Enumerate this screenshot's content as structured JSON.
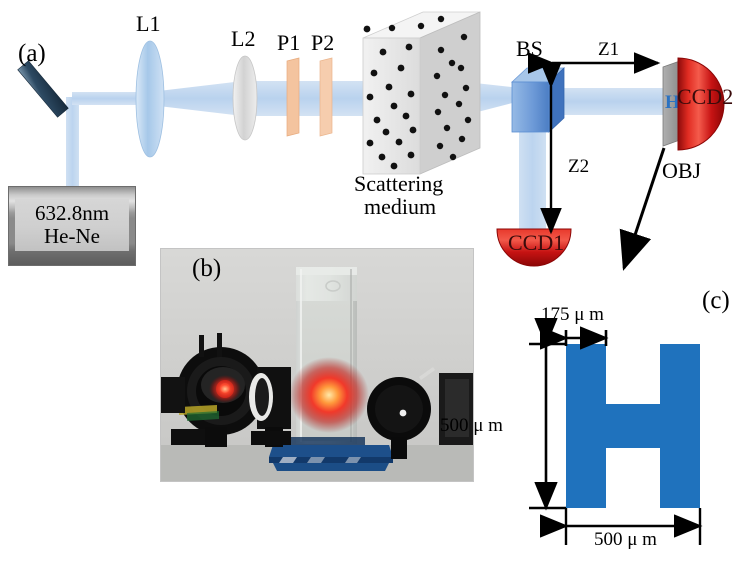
{
  "figure": {
    "panels": {
      "a": "(a)",
      "b": "(b)",
      "c": "(c)"
    }
  },
  "panel_a": {
    "laser": {
      "line1": "632.8nm",
      "line2": "He-Ne",
      "name": "he-ne-laser"
    },
    "optics": [
      {
        "id": "mirror",
        "label": ""
      },
      {
        "id": "lens1",
        "label": "L1"
      },
      {
        "id": "lens2",
        "label": "L2"
      },
      {
        "id": "polarizer1",
        "label": "P1"
      },
      {
        "id": "polarizer2",
        "label": "P2"
      }
    ],
    "scattering_medium": {
      "line1": "Scattering",
      "line2": "medium"
    },
    "beamsplitter": "BS",
    "detectors": [
      {
        "id": "ccd1",
        "label": "CCD1"
      },
      {
        "id": "ccd2",
        "label": "CCD2"
      }
    ],
    "object": {
      "label": "OBJ",
      "glyph": "H"
    },
    "distances": [
      {
        "id": "z1",
        "label": "Z1"
      },
      {
        "id": "z2",
        "label": "Z2"
      }
    ]
  },
  "panel_c": {
    "shape": "H",
    "dimensions": {
      "stroke_width": "175 μ m",
      "height": "500 μ m",
      "width": "500 μ m"
    }
  },
  "colors": {
    "beam": "#bed5ef",
    "lens_blue": "#a9c9e8",
    "lens_gray": "#d8d8d8",
    "polarizer": "#f3c09a",
    "mirror": "#33516b",
    "beamsplitter": "#6e9bd8",
    "ccd_red": "#d91a1a",
    "object_gray": "#9a9a9a",
    "h_blue": "#1f72bd",
    "medium_gray": "#e4e4e4"
  }
}
